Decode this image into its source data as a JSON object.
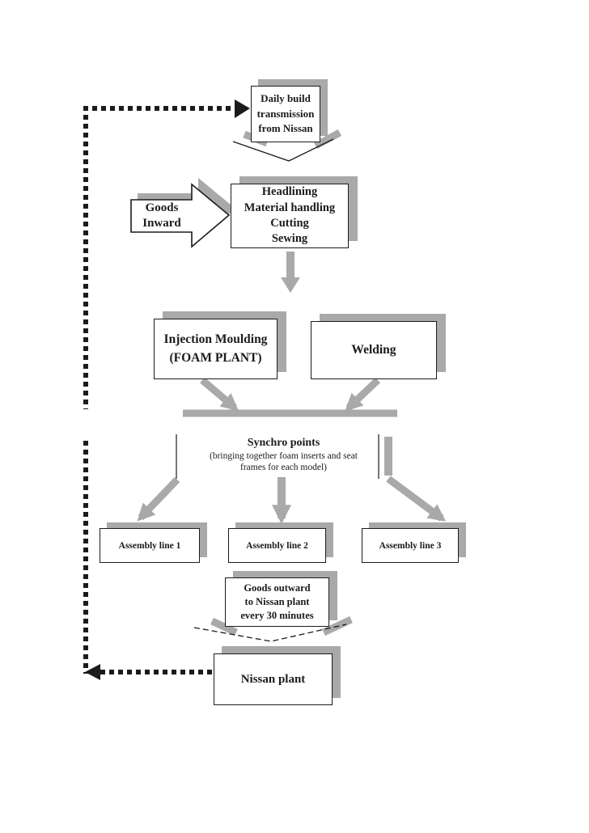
{
  "page": {
    "type": "process-flow-diagram",
    "background": "#ffffff"
  },
  "colors": {
    "ink": "#1b1b1b",
    "shadow_gray": "#a9a9a9",
    "arrow_gray": "#a9a9a9",
    "box_fill": "#ffffff"
  },
  "nodes": {
    "daily_build": {
      "label": "Daily build\ntransmission\nfrom Nissan"
    },
    "goods_inward": {
      "label": "Goods\nInward"
    },
    "headlining": {
      "label": "Headlining\nMaterial handling\nCutting\nSewing"
    },
    "injection_moulding": {
      "label": "Injection Moulding\n(FOAM PLANT)"
    },
    "welding": {
      "label": "Welding"
    },
    "synchro": {
      "title": "Synchro points",
      "subtitle": "(bringing together foam inserts and seat\nframes for each model)"
    },
    "assembly_lines": [
      {
        "label": "Assembly line 1"
      },
      {
        "label": "Assembly line 2"
      },
      {
        "label": "Assembly line 3"
      }
    ],
    "goods_outward": {
      "label": "Goods outward\nto Nissan plant\nevery 30 minutes"
    },
    "nissan_plant": {
      "label": "Nissan plant"
    }
  }
}
